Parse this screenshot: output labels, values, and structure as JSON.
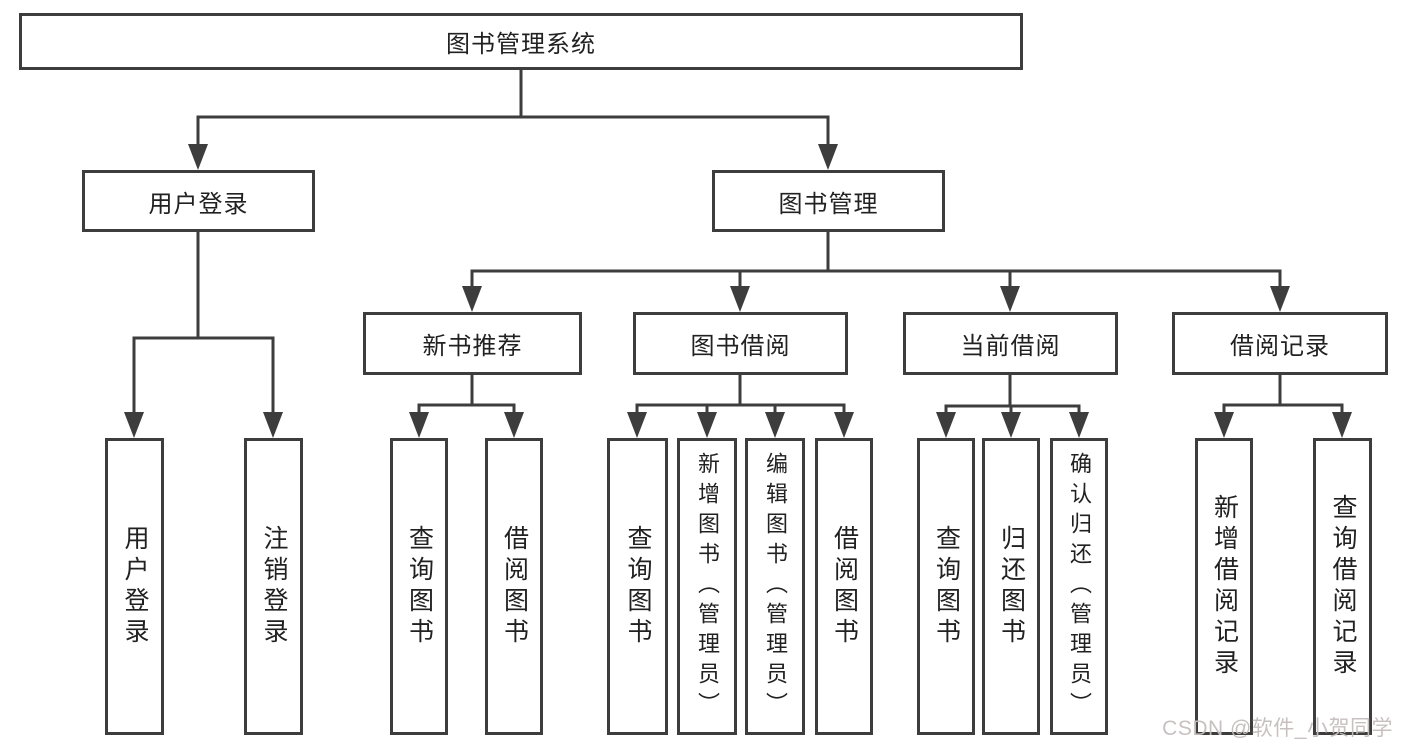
{
  "diagram": {
    "root": {
      "label": "图书管理系统"
    },
    "level2": [
      {
        "id": "user-login",
        "label": "用户登录",
        "children": [
          "用户登录",
          "注销登录"
        ]
      },
      {
        "id": "book-management",
        "label": "图书管理",
        "groups": [
          {
            "label": "新书推荐",
            "children": [
              "查询图书",
              "借阅图书"
            ]
          },
          {
            "label": "图书借阅",
            "children": [
              "查询图书",
              "新增图书（管理员）",
              "编辑图书（管理员）",
              "借阅图书"
            ]
          },
          {
            "label": "当前借阅",
            "children": [
              "查询图书",
              "归还图书",
              "确认归还（管理员）"
            ]
          },
          {
            "label": "借阅记录",
            "children": [
              "新增借阅记录",
              "查询借阅记录"
            ]
          }
        ]
      }
    ]
  },
  "watermark": {
    "text": "CSDN @软件_小贺同学"
  },
  "colors": {
    "line": "#3d3d3d",
    "text": "#212121",
    "background": "#ffffff",
    "watermark": "#c6bdbd"
  }
}
